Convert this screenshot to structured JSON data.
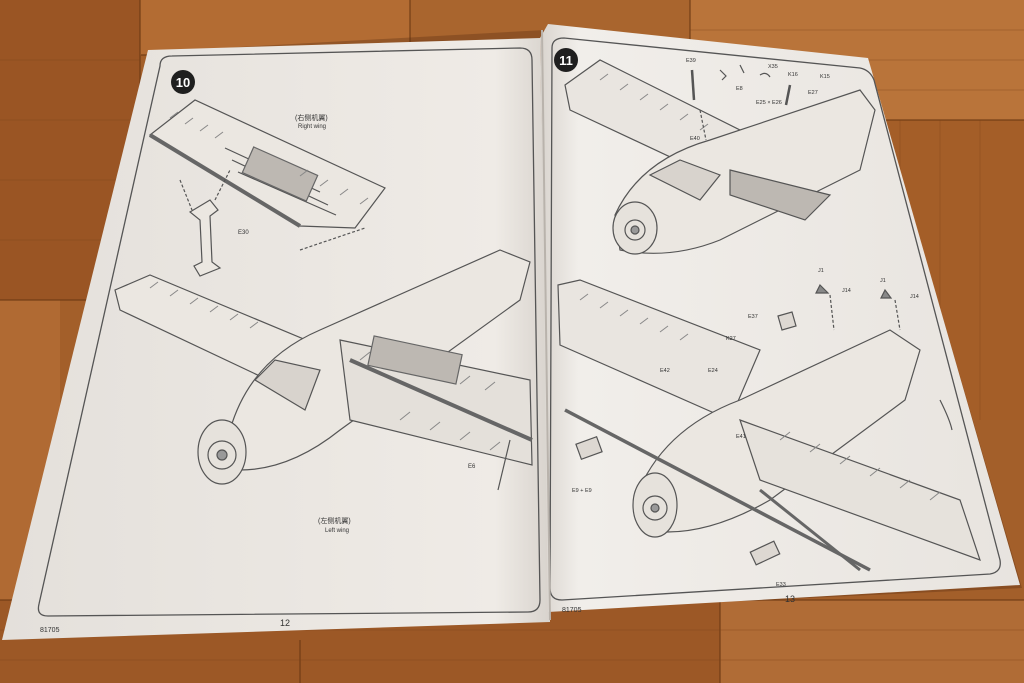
{
  "left_page": {
    "step": "10",
    "right_wing_cn": "(右侧机翼)",
    "right_wing_en": "Right wing",
    "part_e30": "E30",
    "part_e6": "E6",
    "left_wing_cn": "(左侧机翼)",
    "left_wing_en": "Left wing",
    "page_number": "12",
    "kit_code": "81705"
  },
  "right_page": {
    "step": "11",
    "callouts_top": [
      "E39",
      "X35",
      "K16",
      "K15",
      "E27",
      "E25 × E26",
      "E40",
      "E8"
    ],
    "callouts_bottom": [
      "J1",
      "J14",
      "J1",
      "J14",
      "E37",
      "K27",
      "E42",
      "E24",
      "E41",
      "E9 + E9",
      "E33"
    ],
    "page_number": "13",
    "kit_code": "81705"
  },
  "colors": {
    "wood": "#a8622a",
    "paper": "#ece8e3",
    "ink": "#4a4a4a"
  }
}
